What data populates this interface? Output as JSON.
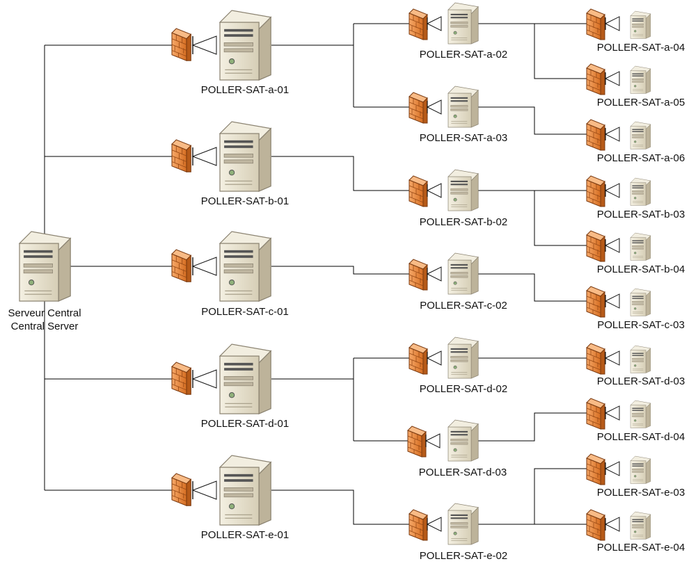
{
  "central": {
    "label_fr": "Serveur Central",
    "label_en": "Central Server"
  },
  "nodes": {
    "a01": "POLLER-SAT-a-01",
    "b01": "POLLER-SAT-b-01",
    "c01": "POLLER-SAT-c-01",
    "d01": "POLLER-SAT-d-01",
    "e01": "POLLER-SAT-e-01",
    "a02": "POLLER-SAT-a-02",
    "a03": "POLLER-SAT-a-03",
    "b02": "POLLER-SAT-b-02",
    "c02": "POLLER-SAT-c-02",
    "d02": "POLLER-SAT-d-02",
    "d03": "POLLER-SAT-d-03",
    "e02": "POLLER-SAT-e-02",
    "a04": "POLLER-SAT-a-04",
    "a05": "POLLER-SAT-a-05",
    "a06": "POLLER-SAT-a-06",
    "b03": "POLLER-SAT-b-03",
    "b04": "POLLER-SAT-b-04",
    "c03": "POLLER-SAT-c-03",
    "d03b": "POLLER-SAT-d-03",
    "d04": "POLLER-SAT-d-04",
    "e03": "POLLER-SAT-e-03",
    "e04": "POLLER-SAT-e-04"
  },
  "icons": {
    "server": "server-icon",
    "firewall": "firewall-icon",
    "connector": "triangle-connector-icon"
  },
  "colors": {
    "server_body": "#e3dcc8",
    "server_side": "#b9b098",
    "firewall": "#e98840",
    "line": "#000000"
  }
}
